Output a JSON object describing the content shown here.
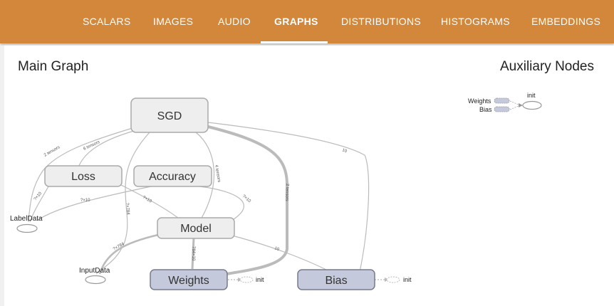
{
  "tabs": [
    {
      "label": "SCALARS",
      "active": false
    },
    {
      "label": "IMAGES",
      "active": false
    },
    {
      "label": "AUDIO",
      "active": false
    },
    {
      "label": "GRAPHS",
      "active": true
    },
    {
      "label": "DISTRIBUTIONS",
      "active": false
    },
    {
      "label": "HISTOGRAMS",
      "active": false
    },
    {
      "label": "EMBEDDINGS",
      "active": false
    }
  ],
  "main_graph": {
    "title": "Main Graph",
    "nodes": {
      "sgd": "SGD",
      "loss": "Loss",
      "accuracy": "Accuracy",
      "model": "Model",
      "weights": "Weights",
      "bias": "Bias",
      "label_data": "LabelData",
      "input_data": "InputData",
      "weights_init": "init",
      "bias_init": "init"
    },
    "edge_labels": {
      "sgd_labeldata": "2 tensors",
      "sgd_loss": "6 tensors",
      "sgd_model": "4 tensors",
      "sgd_weights": "2 tensors",
      "sgd_bias": "10",
      "sgd_inputdata": "?×784",
      "loss_labeldata": "?×10",
      "accuracy_labeldata": "?×10",
      "loss_model": "?×10",
      "accuracy_model": "?×10",
      "model_inputdata": "?×784",
      "model_weights": "784×10",
      "model_bias": "10"
    }
  },
  "auxiliary": {
    "title": "Auxiliary Nodes",
    "weights": "Weights",
    "bias": "Bias",
    "init": "init"
  },
  "colors": {
    "header": "#d2873a",
    "node_fill": "#eeeeee",
    "node_stroke": "#aaaaaa",
    "param_fill": "#c5c9dc",
    "param_stroke": "#777a8f",
    "edge": "#bbbbbb"
  }
}
